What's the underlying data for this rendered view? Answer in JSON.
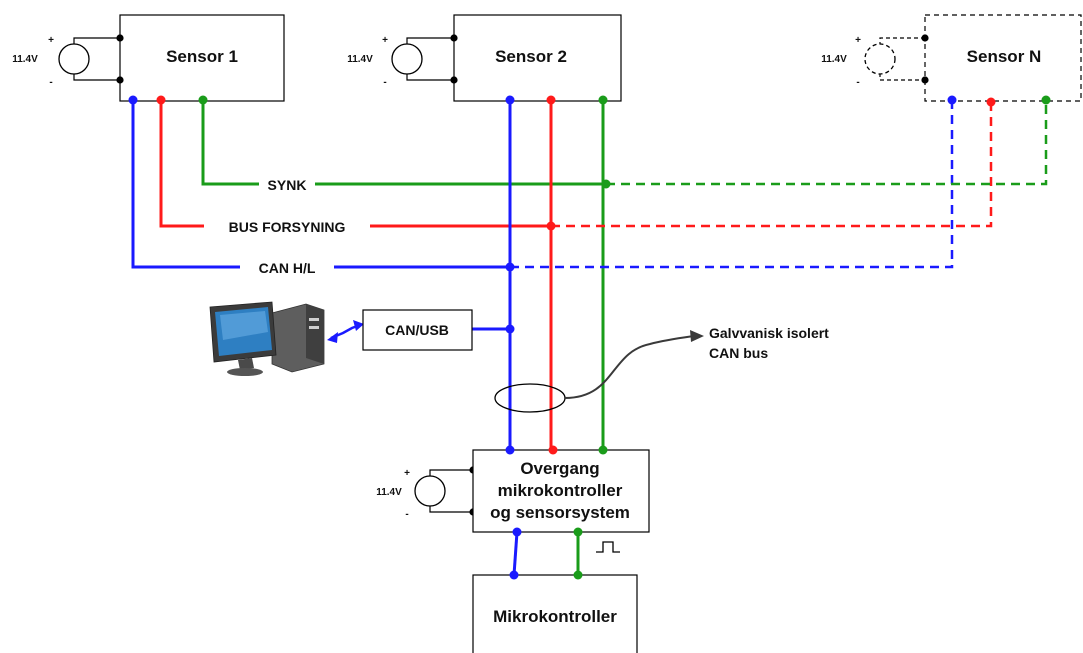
{
  "sensors": {
    "s1": "Sensor 1",
    "s2": "Sensor 2",
    "sn": "Sensor N"
  },
  "supply": {
    "voltage": "11.4V",
    "plus": "+",
    "minus": "-"
  },
  "bus_labels": {
    "sync": "SYNK",
    "power": "BUS FORSYNING",
    "can": "CAN H/L"
  },
  "can_usb": "CAN/USB",
  "callout": {
    "line1": "Galvvanisk isolert",
    "line2": "CAN bus"
  },
  "bridge": {
    "line1": "Overgang",
    "line2": "mikrokontroller",
    "line3": "og sensorsystem"
  },
  "mcu": "Mikrokontroller",
  "colors": {
    "can": "#1a1aff",
    "power": "#ff1a1a",
    "sync": "#1a9c1a",
    "outline": "#000000"
  },
  "icons": {
    "computer": "computer-icon",
    "usb_link": "double-arrow-icon",
    "pulse": "square-pulse-icon"
  }
}
